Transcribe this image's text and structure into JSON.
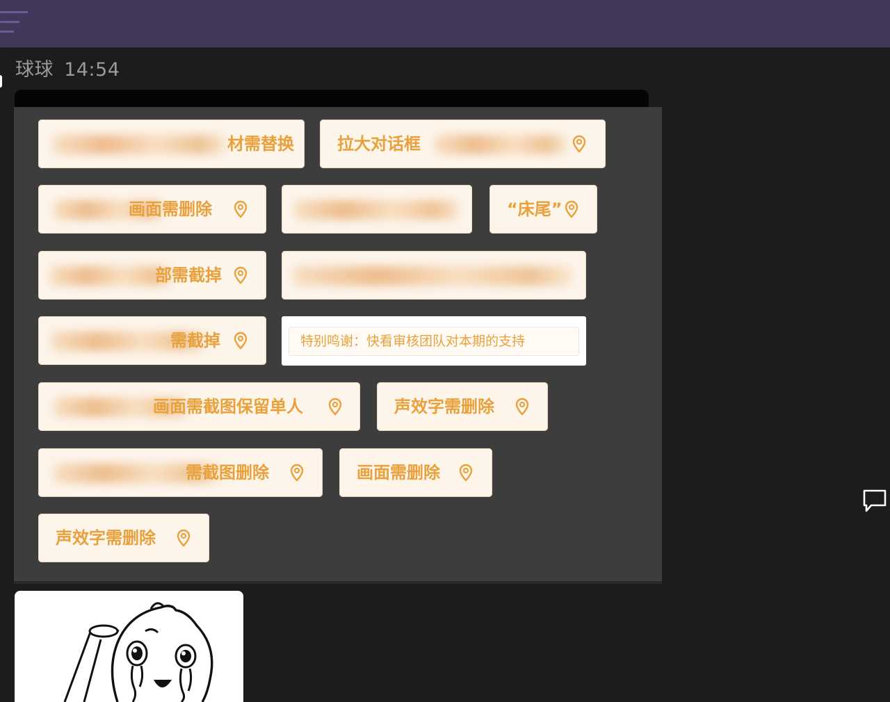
{
  "window": {
    "menu_icon": "hamburger-menu-icon",
    "side_comment_icon": "comment-bubble-icon"
  },
  "message": {
    "sender": "球球",
    "time": "14:54"
  },
  "tags": [
    {
      "text": "材需替换",
      "blurred_prefix": true
    },
    {
      "text": "拉大对话框",
      "blurred_suffix": true
    },
    {
      "text": "画面需删除",
      "blurred_prefix": true
    },
    {
      "text": "",
      "fully_blurred": true
    },
    {
      "text": "“床尾”"
    },
    {
      "text": "部需截掉",
      "blurred_prefix": true
    },
    {
      "text": "",
      "fully_blurred": true
    },
    {
      "text": "需截掉",
      "blurred_prefix": true
    },
    {
      "text": "画面需截图保留单人",
      "blurred_prefix": true
    },
    {
      "text": "声效字需删除"
    },
    {
      "text": "需截图删除",
      "blurred_prefix": true
    },
    {
      "text": "画面需删除"
    },
    {
      "text": "声效字需删除"
    }
  ],
  "thanks_note": "特别鸣谢：快看审核团队对本期的支持",
  "colors": {
    "topbar": "#433859",
    "background": "#1c1c1c",
    "panel": "#3d3d3d",
    "tag_bg": "#fdf4ea",
    "tag_text": "#e8a13c"
  },
  "icons": {
    "tag_pin": "location-pin-icon",
    "sticker": "crying-cartoon-sticker"
  }
}
